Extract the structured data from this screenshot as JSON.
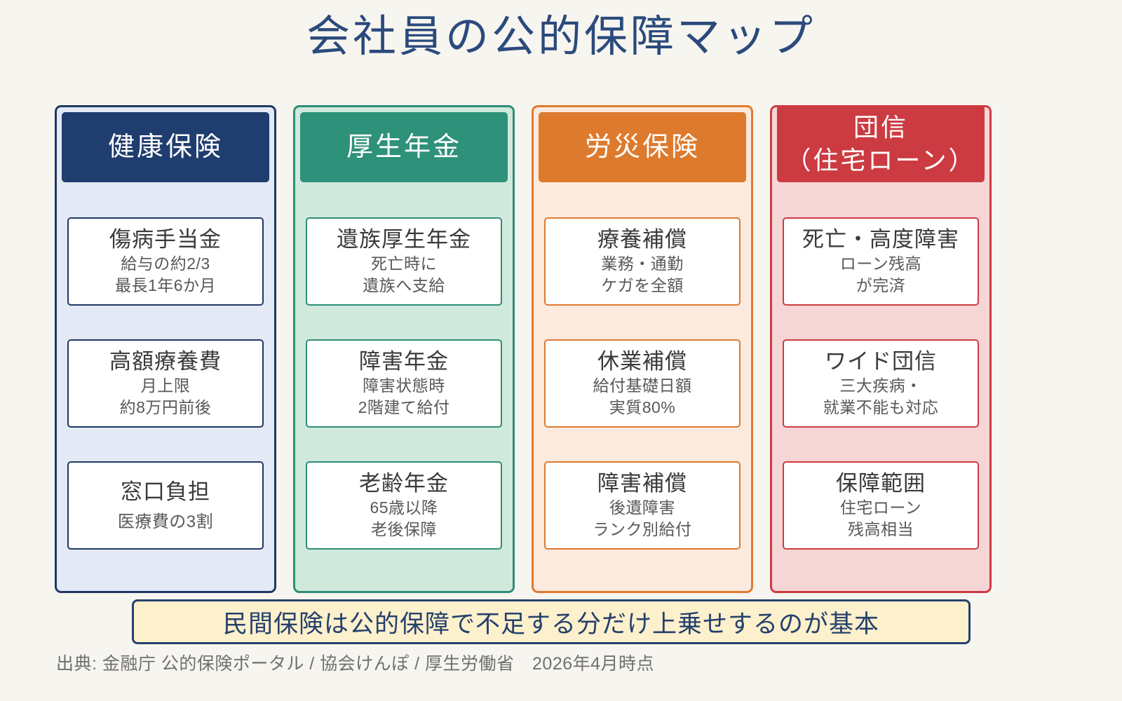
{
  "page": {
    "title": "会社員の公的保障マップ",
    "background_color": "#F7F5EF",
    "title_color": "#2B4A7D"
  },
  "columns": [
    {
      "id": "health-insurance",
      "header_lines": [
        "健康保険"
      ],
      "accent_color": "#1F3864",
      "header_color": "#1F3D6E",
      "body_color": "#E3E9F5",
      "cards": [
        {
          "title": "傷病手当金",
          "subs": [
            "給与の約2/3",
            "最長1年6か月"
          ]
        },
        {
          "title": "高額療養費",
          "subs": [
            "月上限",
            "約8万円前後"
          ]
        },
        {
          "title": "窓口負担",
          "subs": [
            "医療費の3割"
          ]
        }
      ]
    },
    {
      "id": "employees-pension",
      "header_lines": [
        "厚生年金"
      ],
      "accent_color": "#2E8D76",
      "header_color": "#2E9179",
      "body_color": "#CFE9DC",
      "cards": [
        {
          "title": "遺族厚生年金",
          "subs": [
            "死亡時に",
            "遺族へ支給"
          ]
        },
        {
          "title": "障害年金",
          "subs": [
            "障害状態時",
            "2階建て給付"
          ]
        },
        {
          "title": "老齢年金",
          "subs": [
            "65歳以降",
            "老後保障"
          ]
        }
      ]
    },
    {
      "id": "workers-accident-insurance",
      "header_lines": [
        "労災保険"
      ],
      "accent_color": "#E07A2F",
      "header_color": "#DE7A2D",
      "body_color": "#FCEADE",
      "cards": [
        {
          "title": "療養補償",
          "subs": [
            "業務・通勤",
            "ケガを全額"
          ]
        },
        {
          "title": "休業補償",
          "subs": [
            "給付基礎日額",
            "実質80%"
          ]
        },
        {
          "title": "障害補償",
          "subs": [
            "後遺障害",
            "ランク別給付"
          ]
        }
      ]
    },
    {
      "id": "group-credit-life-insurance",
      "header_lines": [
        "団信",
        "（住宅ローン）"
      ],
      "accent_color": "#CC3B41",
      "header_color": "#CC3B41",
      "body_color": "#F6D5D7",
      "cards": [
        {
          "title": "死亡・高度障害",
          "subs": [
            "ローン残高",
            "が完済"
          ]
        },
        {
          "title": "ワイド団信",
          "subs": [
            "三大疾病・",
            "就業不能も対応"
          ]
        },
        {
          "title": "保障範囲",
          "subs": [
            "住宅ローン",
            "残高相当"
          ]
        }
      ]
    }
  ],
  "banner": {
    "text": "民間保険は公的保障で不足する分だけ上乗せするのが基本",
    "background_color": "#FDF0CC",
    "border_color": "#26416F"
  },
  "footnote": {
    "text": "出典: 金融庁 公的保険ポータル / 協会けんぽ / 厚生労働省　2026年4月時点"
  }
}
